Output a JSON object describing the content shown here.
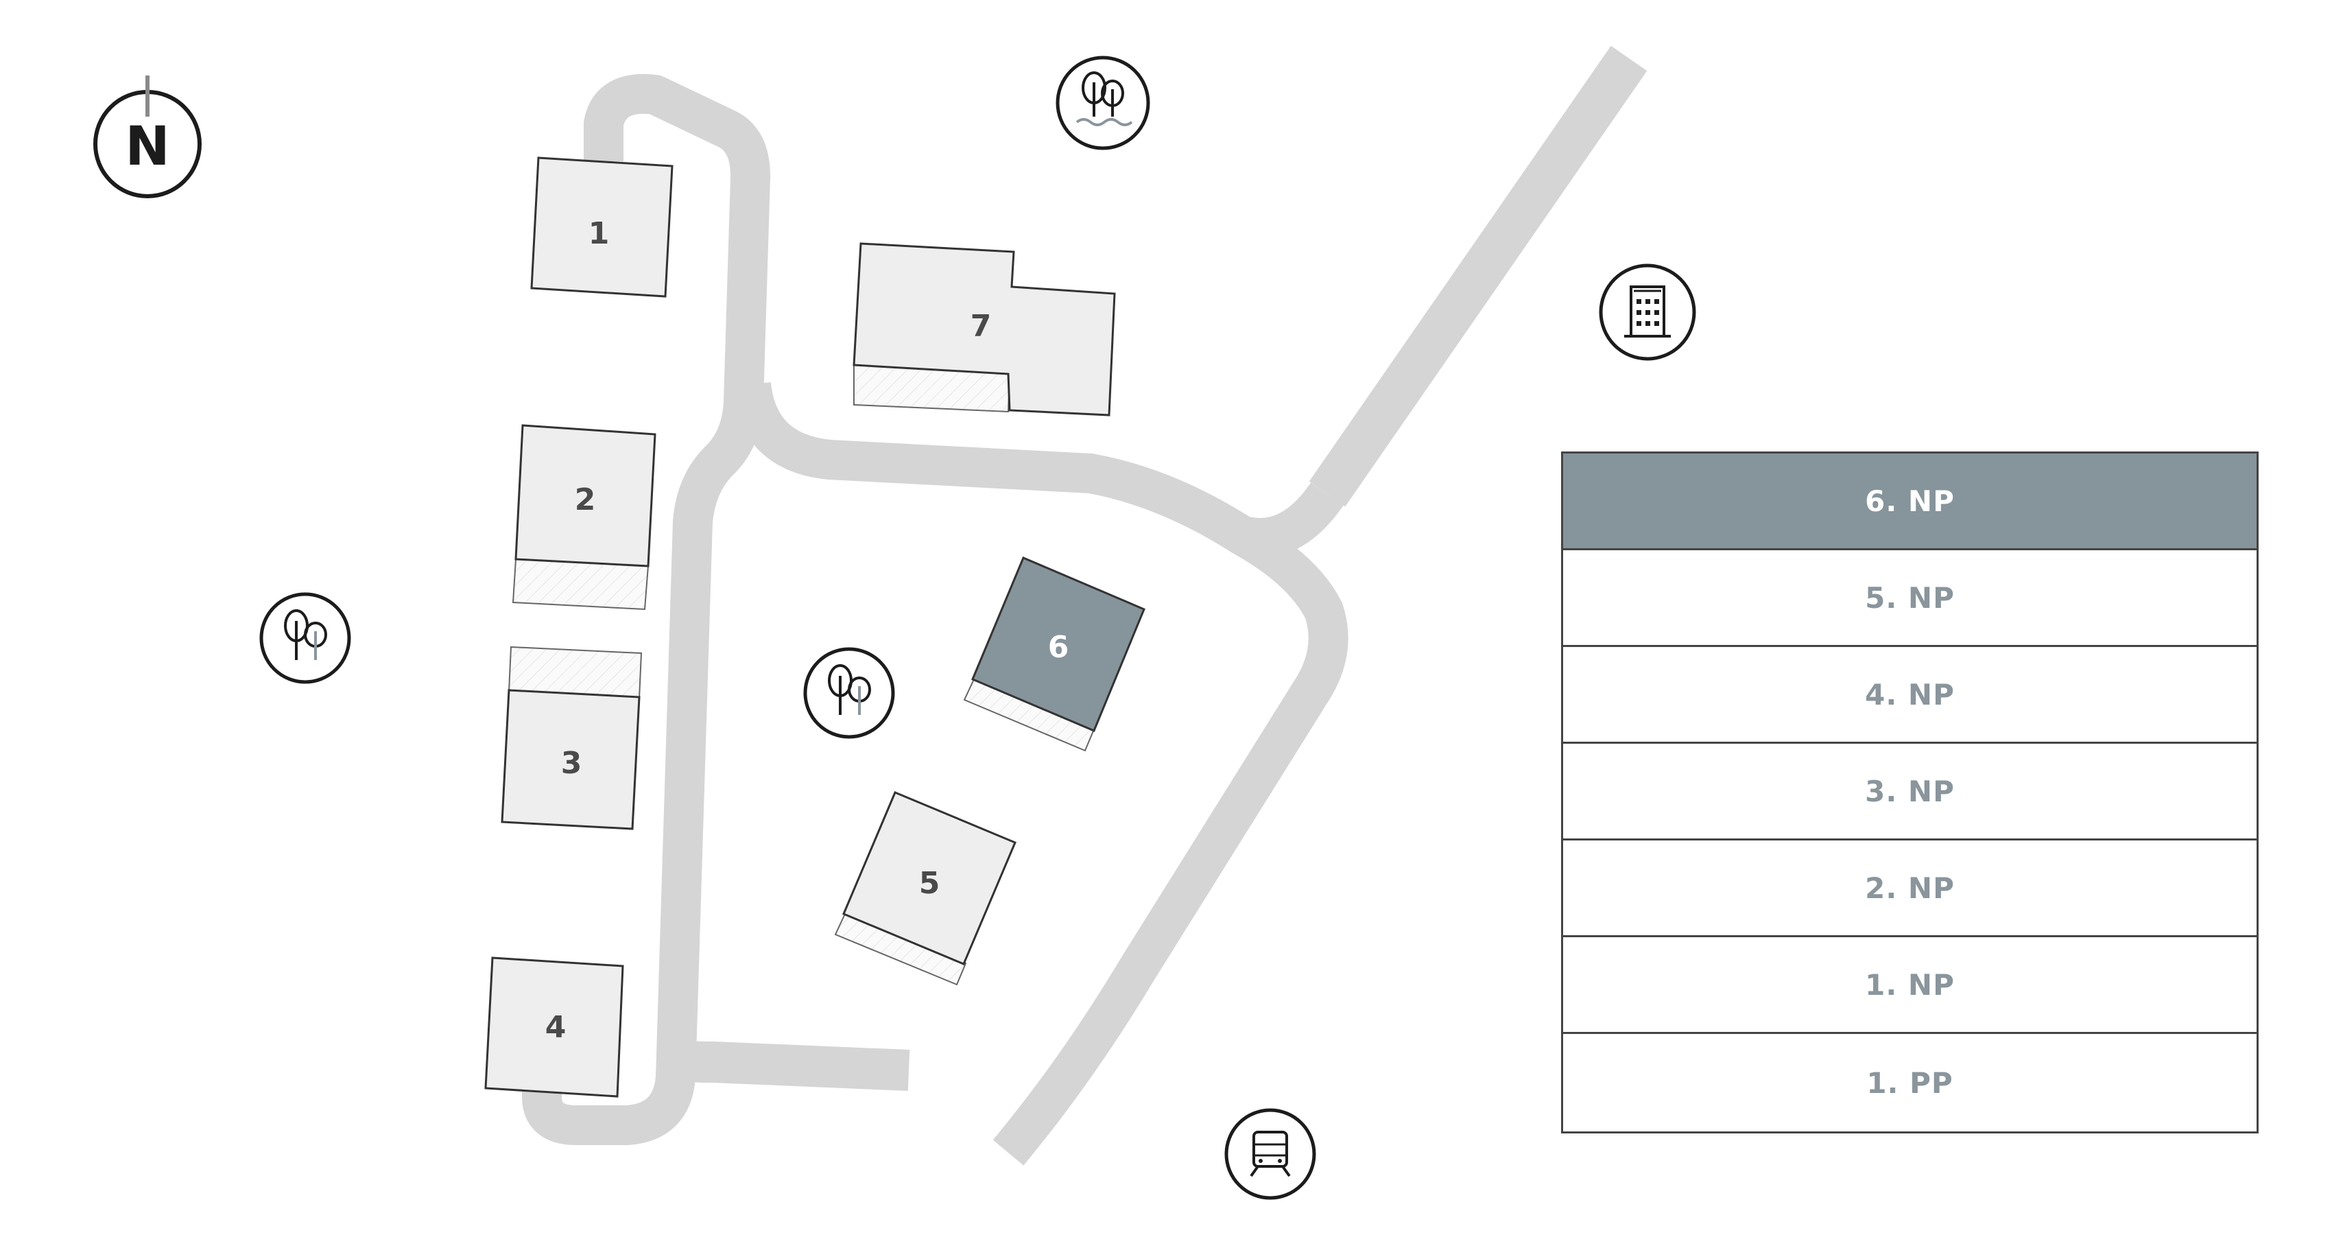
{
  "map": {
    "compass_label": "N",
    "colors": {
      "road": "#d5d5d5",
      "building_fill": "#eeeeee",
      "building_stroke": "#333333",
      "active_building": "#86949b",
      "icon_stroke": "#1c1c1c"
    },
    "buildings": [
      {
        "id": "1",
        "label": "1",
        "active": false
      },
      {
        "id": "2",
        "label": "2",
        "active": false
      },
      {
        "id": "3",
        "label": "3",
        "active": false
      },
      {
        "id": "4",
        "label": "4",
        "active": false
      },
      {
        "id": "5",
        "label": "5",
        "active": false
      },
      {
        "id": "6",
        "label": "6",
        "active": true
      },
      {
        "id": "7",
        "label": "7",
        "active": false
      }
    ],
    "pois": [
      {
        "icon": "park-water-icon"
      },
      {
        "icon": "office-building-icon"
      },
      {
        "icon": "park-icon"
      },
      {
        "icon": "park-icon"
      },
      {
        "icon": "tram-icon"
      }
    ]
  },
  "floors": {
    "items": [
      {
        "label": "6. NP",
        "active": true
      },
      {
        "label": "5. NP",
        "active": false
      },
      {
        "label": "4. NP",
        "active": false
      },
      {
        "label": "3. NP",
        "active": false
      },
      {
        "label": "2. NP",
        "active": false
      },
      {
        "label": "1. NP",
        "active": false
      },
      {
        "label": "1. PP",
        "active": false
      }
    ]
  }
}
